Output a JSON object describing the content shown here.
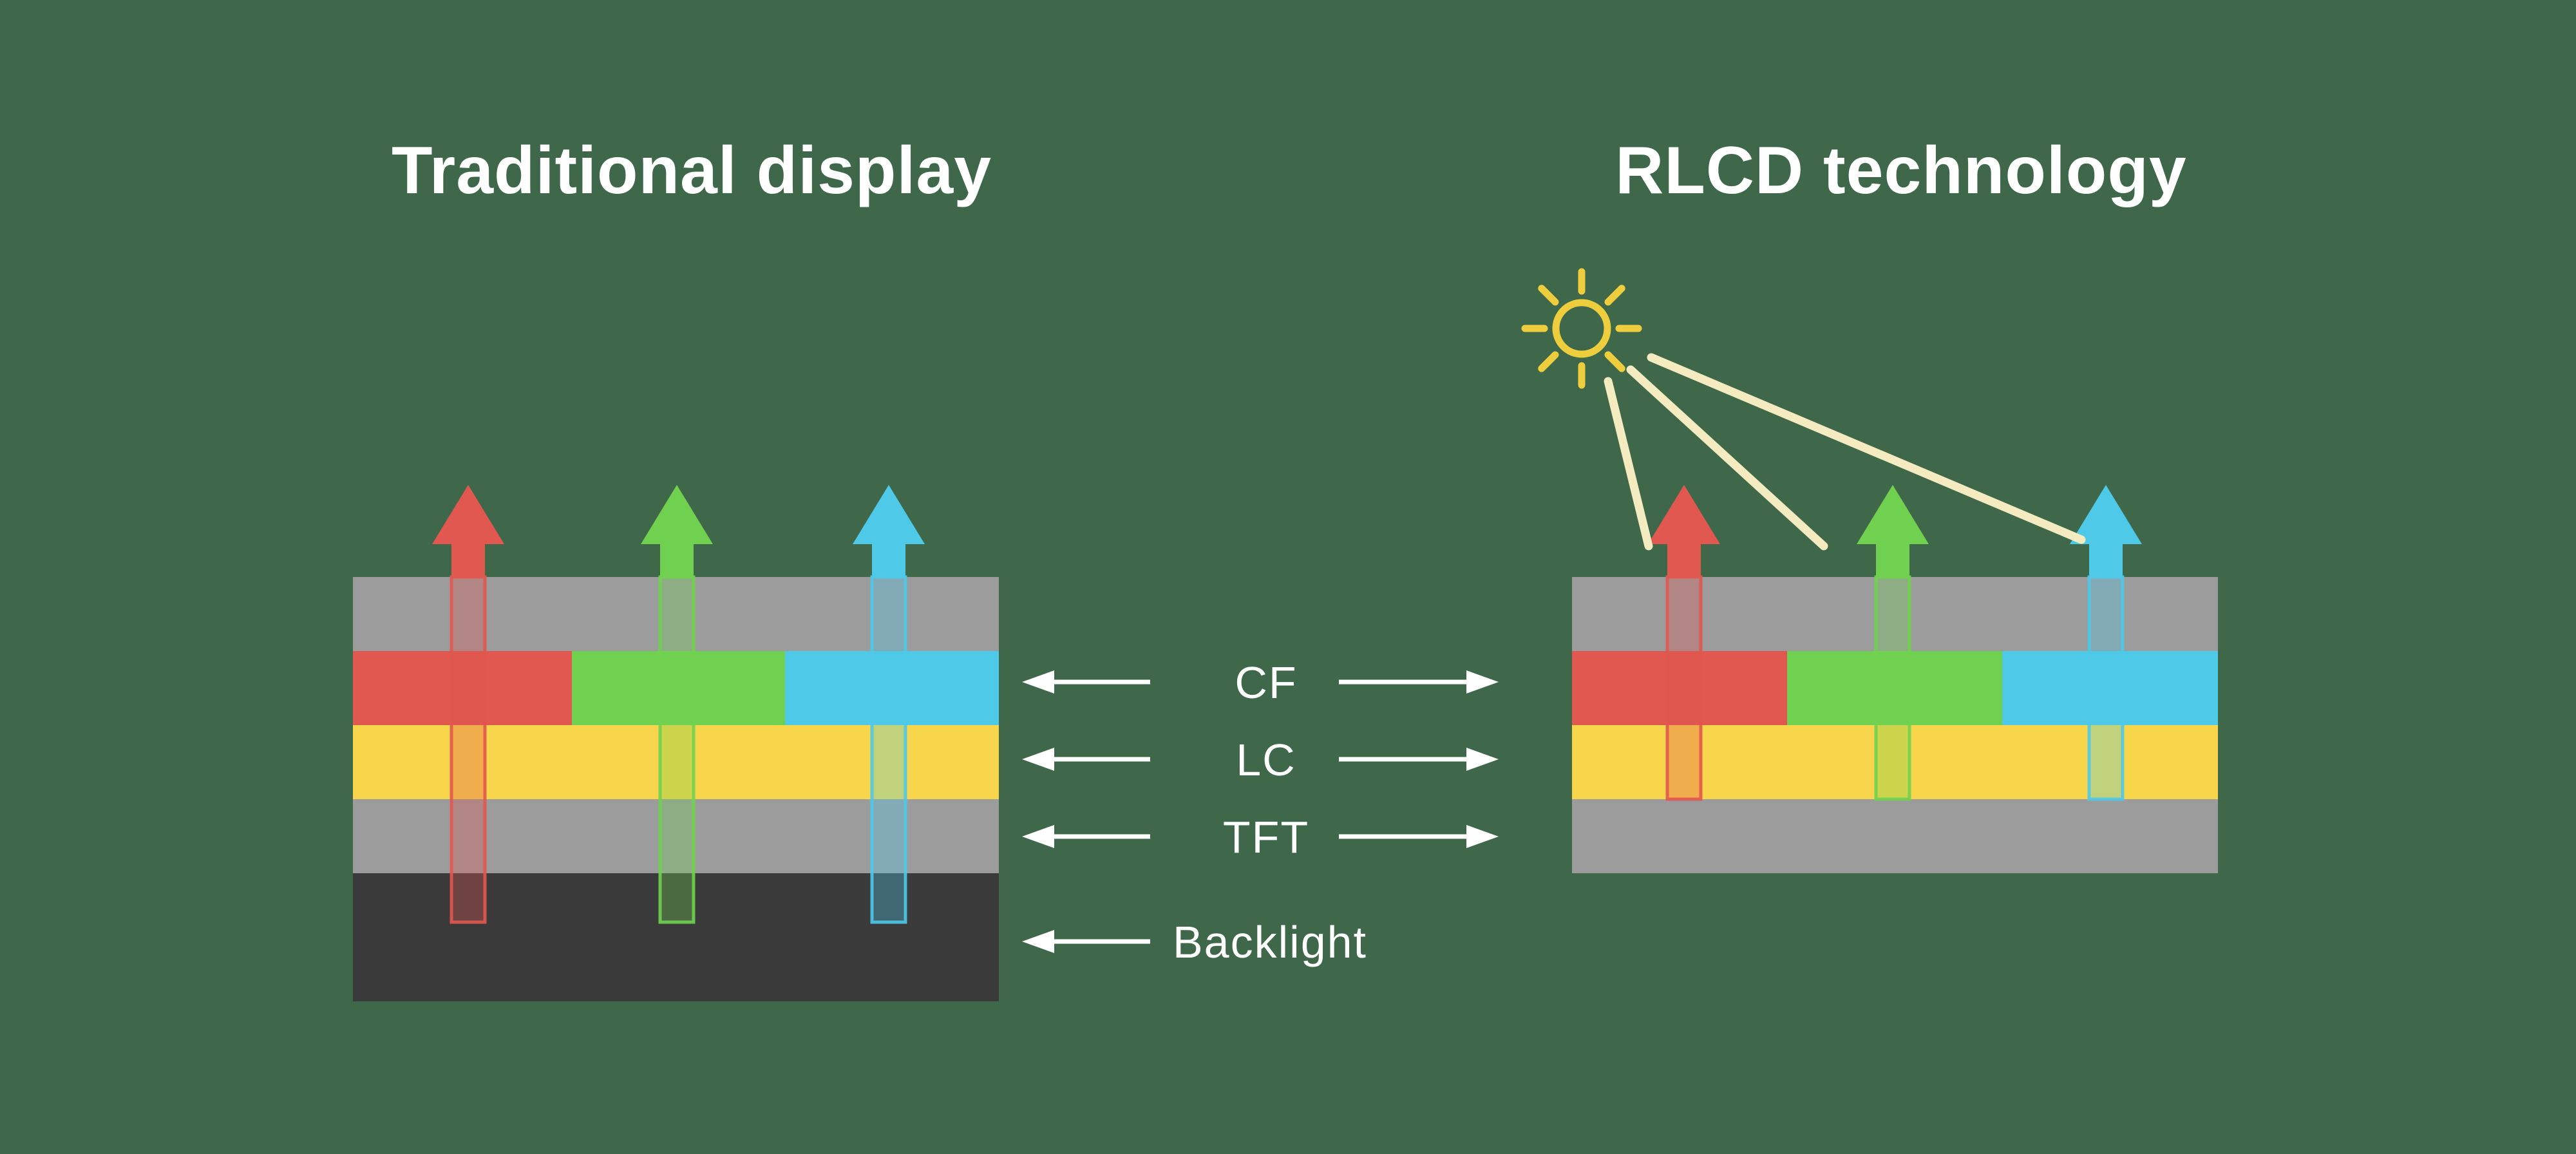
{
  "titles": {
    "left": "Traditional display",
    "right": "RLCD technology"
  },
  "layer_labels": {
    "cf": "CF",
    "lc": "LC",
    "tft": "TFT",
    "backlight": "Backlight"
  },
  "icons": {
    "sun": "sun-icon"
  },
  "colors": {
    "background": "#3E6849",
    "panel_gray": "#9C9C9C",
    "cf_red": "#E15850",
    "cf_green": "#70D150",
    "cf_blue": "#4FC9E8",
    "lc_yellow": "#F8D64B",
    "backlight_dark": "#3A3A3A",
    "text_white": "#FFFFFF",
    "sun_yellow": "#EFCE3E",
    "beam_cream": "#F5EBC0"
  }
}
